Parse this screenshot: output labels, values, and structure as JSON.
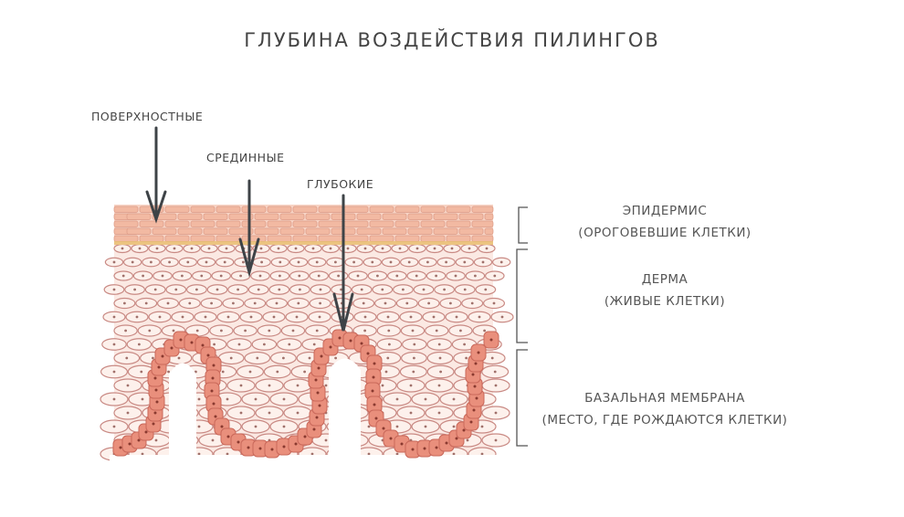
{
  "title": "Глубина воздействия пилингов",
  "depths": [
    {
      "label": "Поверхностные"
    },
    {
      "label": "Срединные"
    },
    {
      "label": "Глубокие"
    }
  ],
  "layers": [
    {
      "name": "Эпидермис",
      "note": "(ороговевшие клетки)"
    },
    {
      "name": "Дерма",
      "note": "(живые клетки)"
    },
    {
      "name": "Базальная мембрана",
      "note": "(место, где рождаются клетки)"
    }
  ],
  "colors": {
    "epidermis": "#f2b9a2",
    "granular": "#e8c070",
    "dermis_cell": "#c98a84",
    "basal_cell": "#e98f7c",
    "arrow": "#3e4347",
    "text": "#555555"
  }
}
